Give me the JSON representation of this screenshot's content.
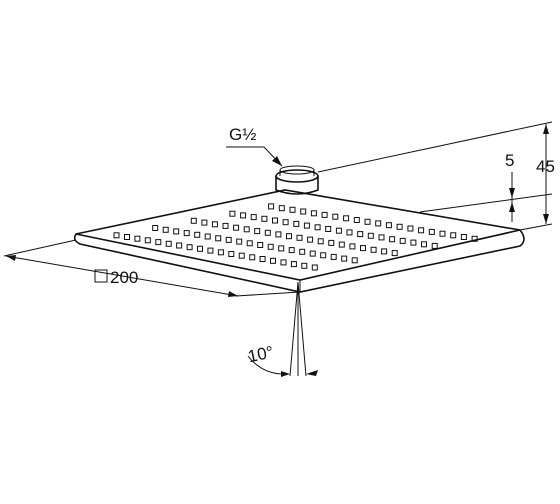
{
  "labels": {
    "thread": "G½",
    "height_total": "45",
    "height_plate": "5",
    "size": "200",
    "angle": "10°"
  },
  "colors": {
    "stroke": "#111111",
    "background": "#ffffff"
  },
  "nozzles": {
    "rows": 5,
    "columns": 20
  }
}
